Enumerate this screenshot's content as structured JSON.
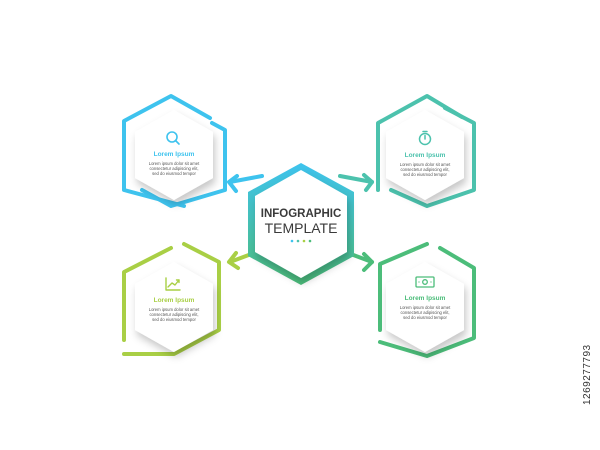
{
  "center": {
    "title_line1": "INFOGRAPHIC",
    "title_line2": "TEMPLATE"
  },
  "colors": {
    "blue": "#3ec3ee",
    "teal": "#4cc2ad",
    "lime": "#a9cf45",
    "green": "#4cbd7a",
    "dark_text": "#3a3a3a"
  },
  "items": [
    {
      "id": "top-left",
      "title": "Lorem Ipsum",
      "text_line1": "Lorem ipsum dolor sit amet",
      "text_line2": "consectetur adipiscing elit,",
      "text_line3": "sed do eiusmod tempor",
      "icon": "magnifier-icon",
      "color": "#3ec3ee"
    },
    {
      "id": "top-right",
      "title": "Lorem Ipsum",
      "text_line1": "Lorem ipsum dolor sit amet",
      "text_line2": "consectetur adipiscing elit,",
      "text_line3": "sed do eiusmod tempor",
      "icon": "stopwatch-icon",
      "color": "#4cc2ad"
    },
    {
      "id": "bottom-left",
      "title": "Lorem Ipsum",
      "text_line1": "Lorem ipsum dolor sit amet",
      "text_line2": "consectetur adipiscing elit,",
      "text_line3": "sed do eiusmod tempor",
      "icon": "growth-chart-icon",
      "color": "#a9cf45"
    },
    {
      "id": "bottom-right",
      "title": "Lorem Ipsum",
      "text_line1": "Lorem ipsum dolor sit amet",
      "text_line2": "consectetur adipiscing elit,",
      "text_line3": "sed do eiusmod tempor",
      "icon": "banknote-icon",
      "color": "#4cbd7a"
    }
  ],
  "stock_id": "1269277793"
}
